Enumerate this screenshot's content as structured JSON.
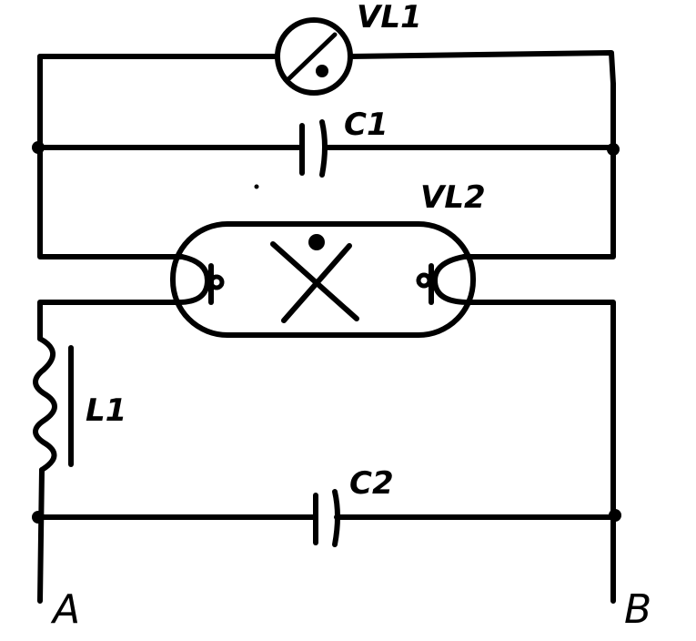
{
  "labels": {
    "vl1": "VL1",
    "c1": "C1",
    "vl2": "VL2",
    "l1": "L1",
    "c2": "C2",
    "terminal_a": "A",
    "terminal_b": "B"
  },
  "components": [
    {
      "id": "VL1",
      "kind": "glow-starter",
      "icon": "starter-lamp-icon"
    },
    {
      "id": "C1",
      "kind": "capacitor",
      "icon": "capacitor-icon"
    },
    {
      "id": "VL2",
      "kind": "fluorescent-tube",
      "icon": "fluorescent-tube-icon"
    },
    {
      "id": "L1",
      "kind": "inductor-choke",
      "icon": "inductor-icon"
    },
    {
      "id": "C2",
      "kind": "capacitor",
      "icon": "capacitor-icon"
    }
  ],
  "colors": {
    "ink": "#000000",
    "paper": "#ffffff"
  }
}
